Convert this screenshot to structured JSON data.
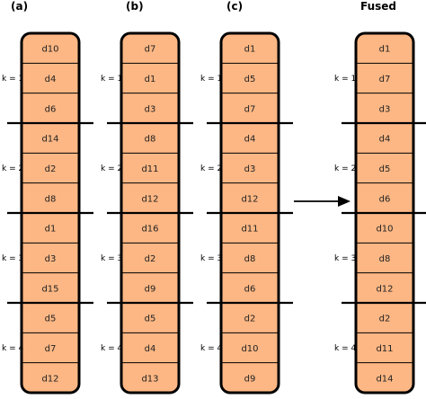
{
  "columns": [
    {
      "title": "(a)",
      "cells": [
        "d10",
        "d4",
        "d6",
        "d14",
        "d2",
        "d8",
        "d1",
        "d3",
        "d15",
        "d5",
        "d7",
        "d12"
      ]
    },
    {
      "title": "(b)",
      "cells": [
        "d7",
        "d1",
        "d3",
        "d8",
        "d11",
        "d12",
        "d16",
        "d2",
        "d9",
        "d5",
        "d4",
        "d13"
      ]
    },
    {
      "title": "(c)",
      "cells": [
        "d1",
        "d5",
        "d7",
        "d4",
        "d3",
        "d12",
        "d11",
        "d8",
        "d6",
        "d2",
        "d10",
        "d9"
      ]
    },
    {
      "title": "Fused",
      "cells": [
        "d1",
        "d7",
        "d3",
        "d4",
        "d5",
        "d6",
        "d10",
        "d8",
        "d12",
        "d2",
        "d11",
        "d14"
      ]
    }
  ],
  "k_labels": [
    "k = 1",
    "k = 2",
    "k = 3",
    "k = 4"
  ],
  "colors": {
    "cell_fill": "#FDB784",
    "border": "#000000",
    "background": "#ffffff"
  }
}
